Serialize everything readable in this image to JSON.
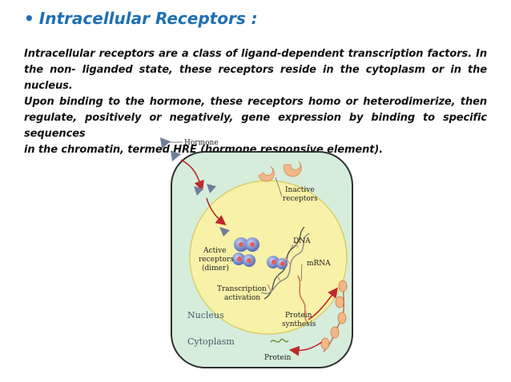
{
  "slide": {
    "bullet": "•",
    "title": "Intracellular Receptors :",
    "paragraph_lines": [
      "Intracellular receptors are a class of ligand-dependent transcription factors. In",
      "the non- liganded state, these receptors reside in the cytoplasm or in the nucleus.",
      "Upon binding to the hormone, these receptors homo or heterodimerize, then",
      "regulate, positively or negatively, gene expression by binding to specific sequences",
      "in the chromatin, termed HRE (hormone responsive element)."
    ]
  },
  "figure": {
    "labels": {
      "hormone": "Hormone",
      "inactive_line1": "Inactive",
      "inactive_line2": "receptors",
      "dna": "DNA",
      "active_line1": "Active",
      "active_line2": "receptors",
      "active_line3": "(dimer)",
      "mrna": "mRNA",
      "transcription_line1": "Transcription",
      "transcription_line2": "activation",
      "nucleus": "Nucleus",
      "protein_synth_line1": "Protein",
      "protein_synth_line2": "synthesis",
      "cytoplasm": "Cytoplasm",
      "protein": "Protein"
    },
    "colors": {
      "title": "#1f6fb4",
      "cell_fill": "#d6eddc",
      "nucleus_fill": "#f8f1a8",
      "arrow": "#c0282d",
      "receptor": "#f2b889",
      "hormone": "#6f7f9a"
    }
  }
}
